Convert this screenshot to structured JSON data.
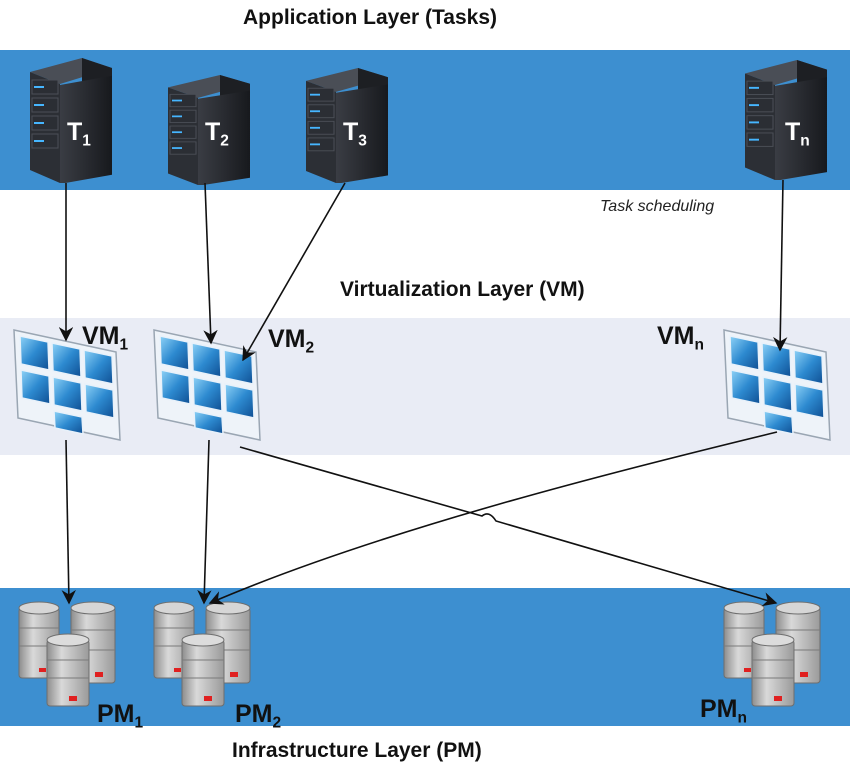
{
  "titles": {
    "application": "Application Layer (Tasks)",
    "virtualization": "Virtualization Layer (VM)",
    "infrastructure": "Infrastructure Layer (PM)"
  },
  "note": "Task scheduling",
  "tasks": [
    {
      "base": "T",
      "sub": "1"
    },
    {
      "base": "T",
      "sub": "2"
    },
    {
      "base": "T",
      "sub": "3"
    },
    {
      "base": "T",
      "sub": "n"
    }
  ],
  "vms": [
    {
      "base": "VM",
      "sub": "1"
    },
    {
      "base": "VM",
      "sub": "2"
    },
    {
      "base": "VM",
      "sub": "n"
    }
  ],
  "pms": [
    {
      "base": "PM",
      "sub": "1"
    },
    {
      "base": "PM",
      "sub": "2"
    },
    {
      "base": "PM",
      "sub": "n"
    }
  ],
  "colors": {
    "band_blue": "#3d8fd0",
    "band_pale": "#e9ecf5",
    "server_dark": "#2a2d33",
    "vm_tile": "#2f86c8",
    "pm_gray": "#b8b8b8"
  },
  "icons": {
    "task": "rack-server-icon",
    "vm": "vm-tiles-icon",
    "pm": "physical-server-icon"
  }
}
